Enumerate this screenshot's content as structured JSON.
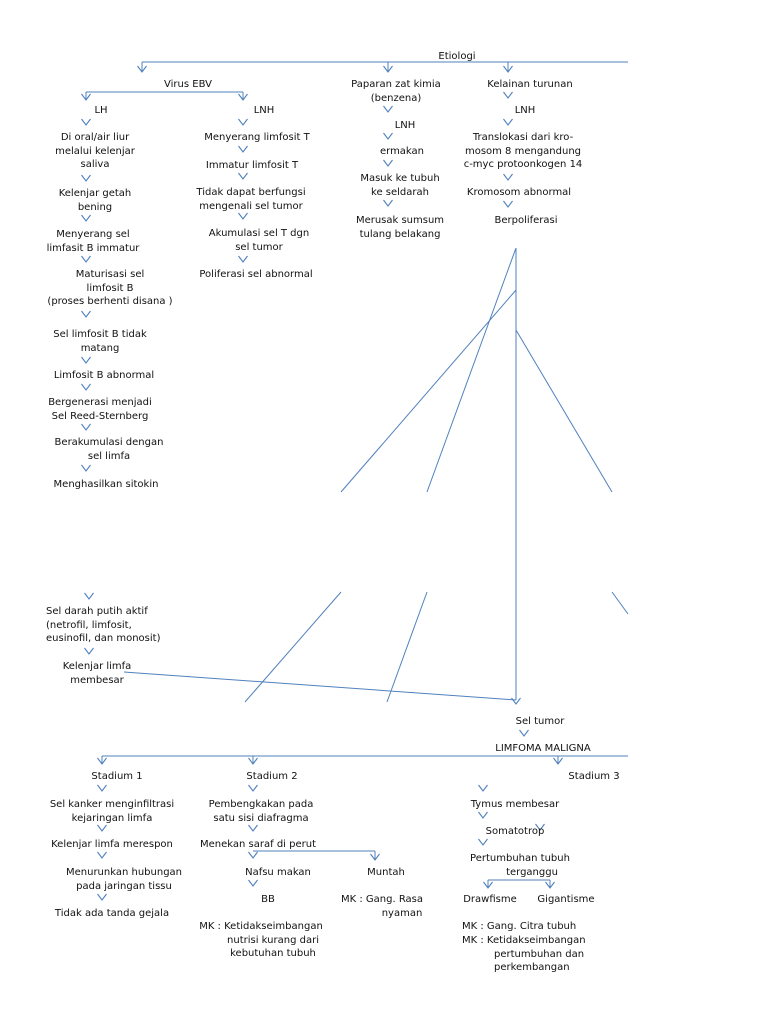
{
  "colors": {
    "connector": "#4f81bd",
    "text": "#111111",
    "background": "#ffffff"
  },
  "nodes": {
    "etiologi": "Etiologi",
    "virus_ebv": "Virus EBV",
    "paparan": [
      "Paparan zat kimia",
      "(benzena)"
    ],
    "kelainan": "Kelainan turunan",
    "lh": "LH",
    "lnh_ebv": "LNH",
    "lnh_kimia": "LNH",
    "lnh_turunan": "LNH",
    "lh_chain": [
      [
        "Di oral/air liur",
        "melalui kelenjar",
        "saliva"
      ],
      [
        "Kelenjar getah",
        "bening"
      ],
      [
        "Menyerang sel",
        "limfasit B immatur"
      ],
      [
        "Maturisasi sel",
        "limfosit B",
        "(proses berhenti disana )"
      ],
      [
        "Sel limfosit B tidak",
        "matang"
      ],
      [
        "Limfosit B abnormal"
      ],
      [
        "Bergenerasi menjadi",
        "Sel Reed-Sternberg"
      ],
      [
        "Berakumulasi dengan",
        "sel limfa"
      ],
      [
        "Menghasilkan sitokin"
      ]
    ],
    "lnh_ebv_chain": [
      [
        "Menyerang limfosit T"
      ],
      [
        "Immatur limfosit T"
      ],
      [
        "Tidak dapat berfungsi",
        "mengenali sel tumor"
      ],
      [
        "Akumulasi sel T dgn",
        "sel tumor"
      ],
      [
        "Poliferasi sel abnormal"
      ]
    ],
    "kimia_chain": [
      [
        "ermakan"
      ],
      [
        "Masuk ke tubuh",
        "ke seldarah"
      ],
      [
        "Merusak sumsum",
        "tulang belakang"
      ]
    ],
    "turunan_chain": [
      [
        "Translokasi dari kro-",
        "mosom 8 mengandung",
        "c-myc protoonkogen 14"
      ],
      [
        "Kromosom abnormal"
      ],
      [
        "Berpoliferasi"
      ]
    ],
    "sel_darah": [
      "Sel darah putih aktif",
      "(netrofil, limfosit,",
      "eusinofil, dan monosit)"
    ],
    "kelenjar_limfa": [
      "Kelenjar limfa",
      "membesar"
    ],
    "sel_tumor": "Sel tumor",
    "limfoma": "LIMFOMA MALIGNA",
    "stadium1": "Stadium 1",
    "stadium2": "Stadium 2",
    "stadium3": "Stadium 3",
    "s1_chain": [
      [
        "Sel kanker menginfiltrasi",
        "kejaringan limfa"
      ],
      [
        "Kelenjar limfa merespon"
      ],
      [
        "Menurunkan hubungan",
        "pada jaringan tissu"
      ],
      [
        "Tidak ada tanda gejala"
      ]
    ],
    "s2_pembengkakan": [
      "Pembengkakan pada",
      "satu sisi diafragma"
    ],
    "s2_menekan": "Menekan saraf di perut",
    "s2_nafsu": "Nafsu makan",
    "s2_muntah": "Muntah",
    "s2_bb": "BB",
    "s2_mk1": [
      "MK : Ketidakseimbangan",
      "nutrisi kurang dari",
      "kebutuhan tubuh"
    ],
    "s2_mk2": [
      "MK : Gang. Rasa",
      "nyaman"
    ],
    "s3_tymus": "Tymus membesar",
    "s3_somato": "Somatotrop",
    "s3_pertumbuhan": [
      "Pertumbuhan tubuh",
      "terganggu"
    ],
    "s3_drawfisme": "Drawfisme",
    "s3_gigantisme": "Gigantisme",
    "s3_mk1": "MK : Gang. Citra tubuh",
    "s3_mk2": [
      "MK : Ketidakseimbangan",
      "pertumbuhan dan",
      "perkembangan"
    ]
  }
}
